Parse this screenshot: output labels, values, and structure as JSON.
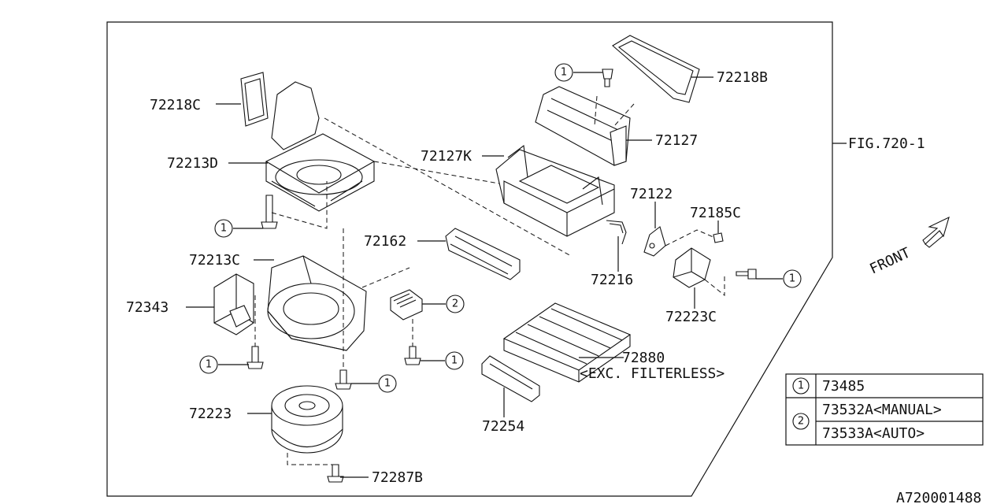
{
  "callouts": {
    "p72218C": "72218C",
    "p72213D": "72213D",
    "p72213C": "72213C",
    "p72343": "72343",
    "p72223": "72223",
    "p72287B": "72287B",
    "p72218B": "72218B",
    "p72127": "72127",
    "p72127K": "72127K",
    "p72162": "72162",
    "p72122": "72122",
    "p72185C": "72185C",
    "p72216": "72216",
    "p72223C": "72223C",
    "p72880": "72880",
    "p72880_note": "<EXC. FILTERLESS>",
    "p72254": "72254",
    "fig_ref": "FIG.720-1",
    "front": "FRONT"
  },
  "markers": {
    "one": "1",
    "two": "2"
  },
  "legend": {
    "rows": [
      {
        "marker": "1",
        "parts": [
          "73485"
        ]
      },
      {
        "marker": "2",
        "parts": [
          "73532A<MANUAL>",
          "73533A<AUTO>"
        ]
      }
    ]
  },
  "drawing_number": "A720001488"
}
